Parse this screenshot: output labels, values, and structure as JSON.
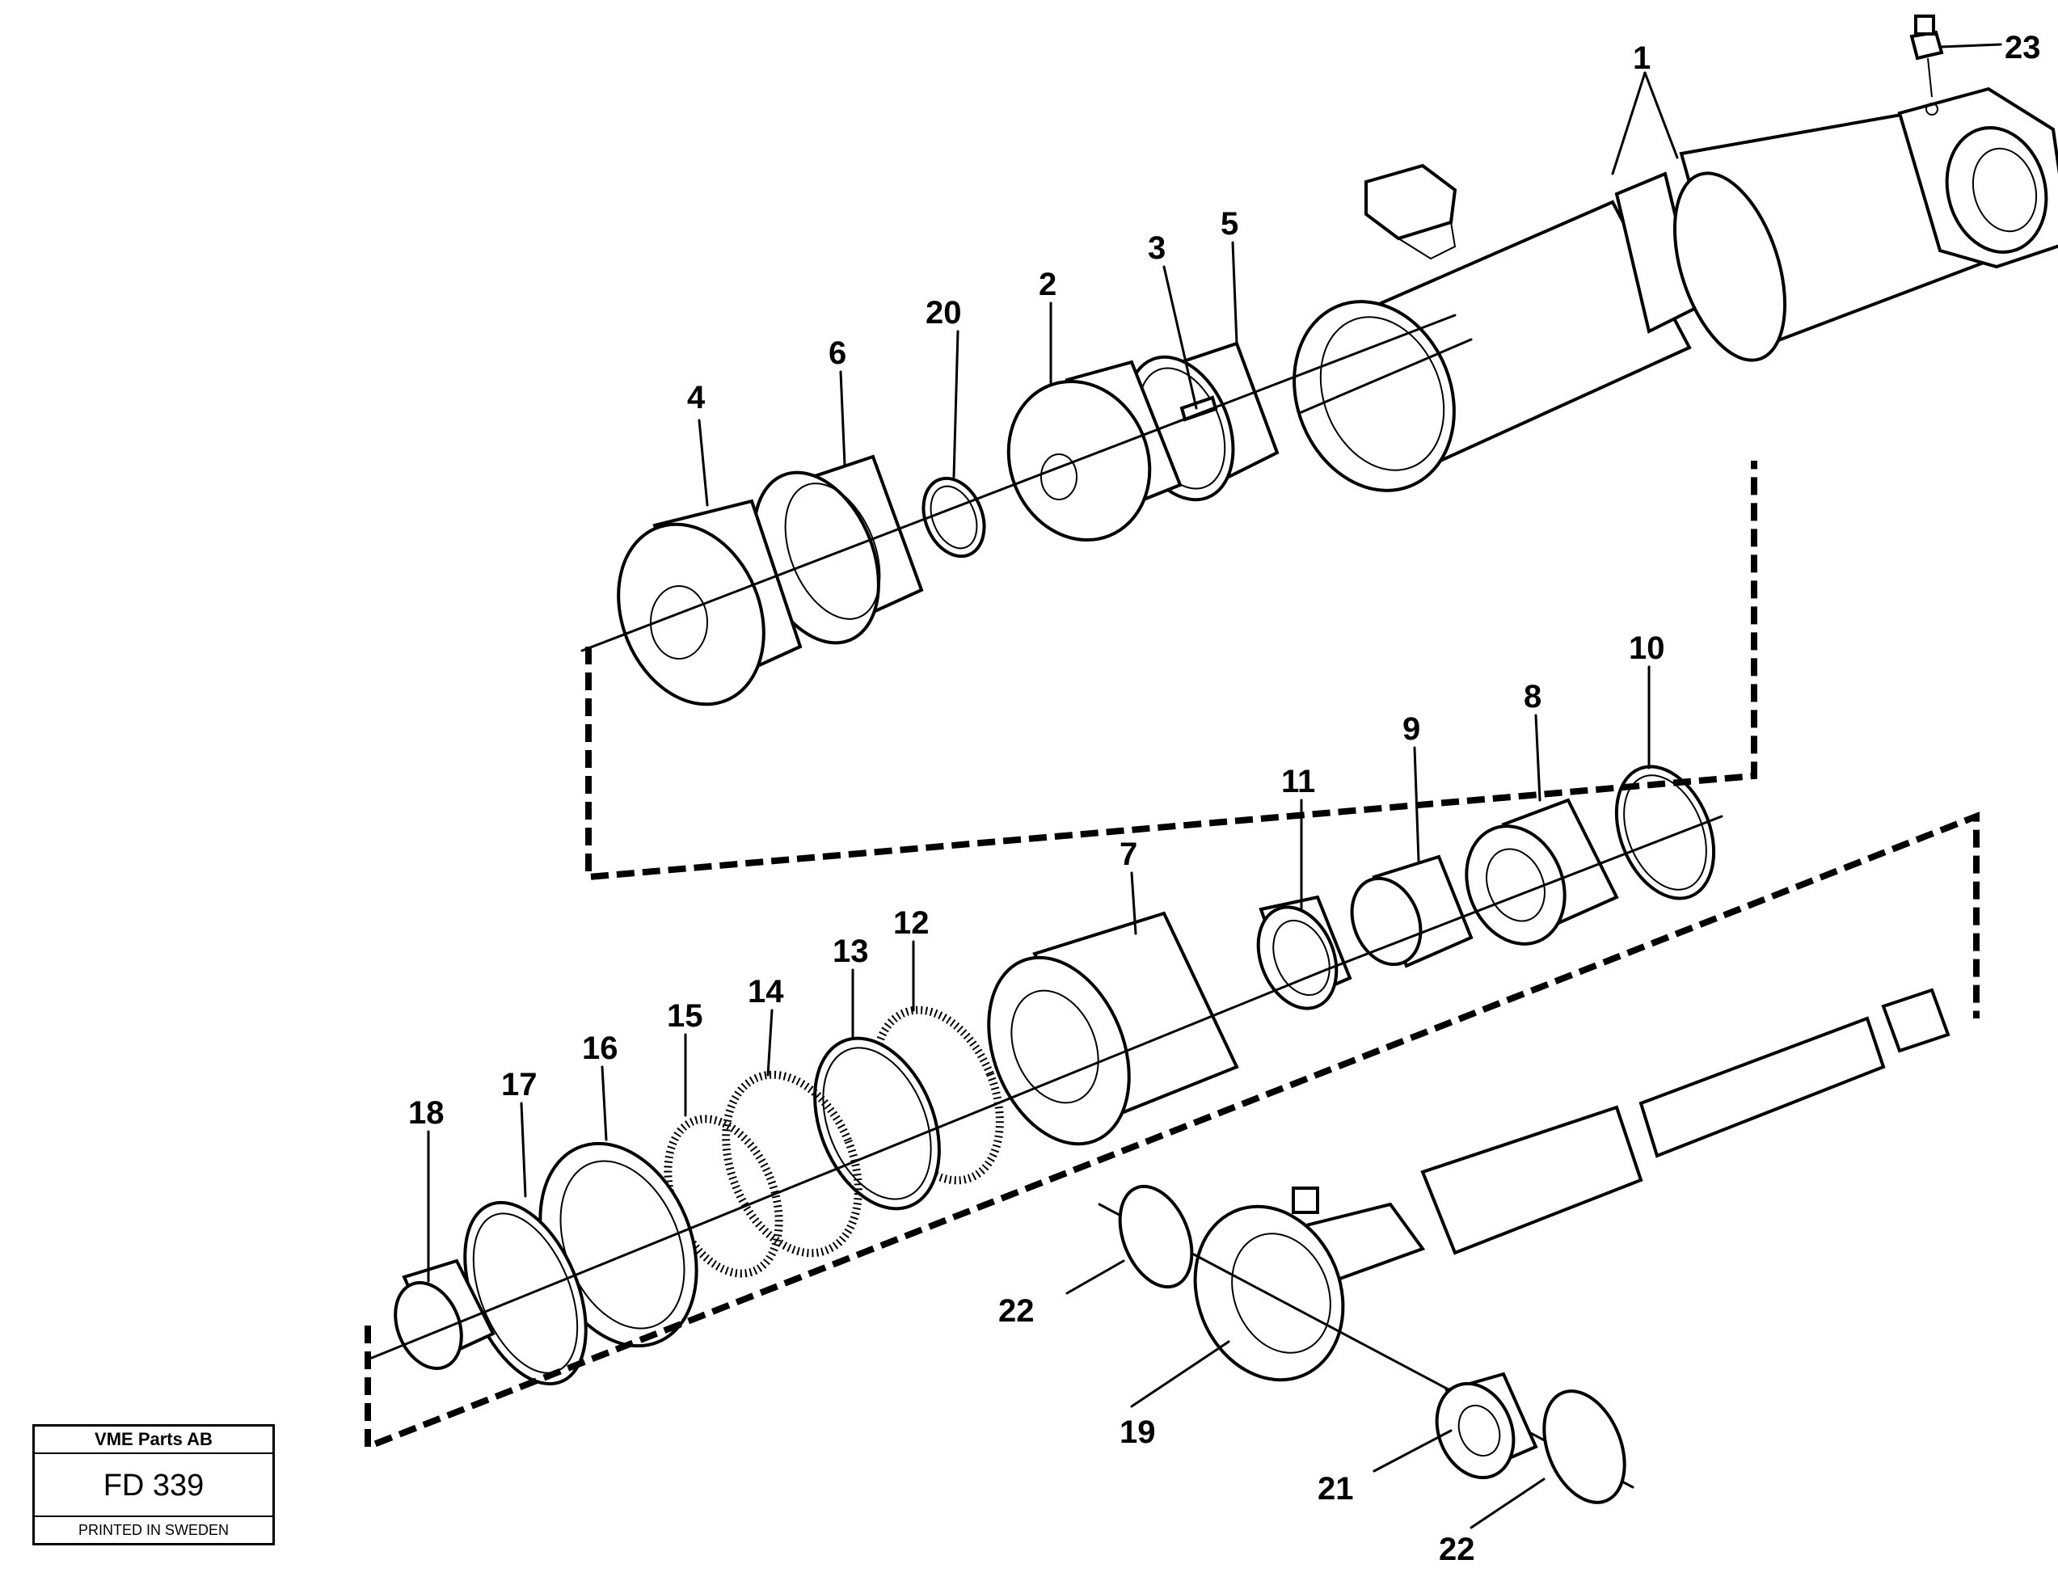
{
  "diagram": {
    "callouts": [
      "1",
      "2",
      "3",
      "4",
      "5",
      "6",
      "7",
      "8",
      "9",
      "10",
      "11",
      "12",
      "13",
      "14",
      "15",
      "16",
      "17",
      "18",
      "19",
      "20",
      "21",
      "22",
      "22",
      "23"
    ]
  },
  "stamp": {
    "company": "VME Parts AB",
    "code": "FD 339",
    "printed": "PRINTED IN SWEDEN"
  }
}
